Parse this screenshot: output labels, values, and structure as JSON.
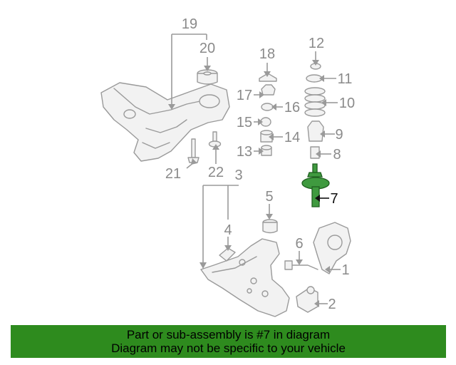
{
  "callouts": {
    "c1": "1",
    "c2": "2",
    "c3": "3",
    "c4": "4",
    "c5": "5",
    "c6": "6",
    "c7": "7",
    "c8": "8",
    "c9": "9",
    "c10": "10",
    "c11": "11",
    "c12": "12",
    "c13": "13",
    "c14": "14",
    "c15": "15",
    "c16": "16",
    "c17": "17",
    "c18": "18",
    "c19": "19",
    "c20": "20",
    "c21": "21",
    "c22": "22"
  },
  "highlight_callout": "7",
  "colors": {
    "highlight_part": "#3f9a3f",
    "banner_bg": "#2e8b1e",
    "part_gray": "#9a9a9a"
  },
  "banner": {
    "line1": "Part or sub-assembly is #7 in diagram",
    "line2": "Diagram may not be specific to your vehicle"
  }
}
